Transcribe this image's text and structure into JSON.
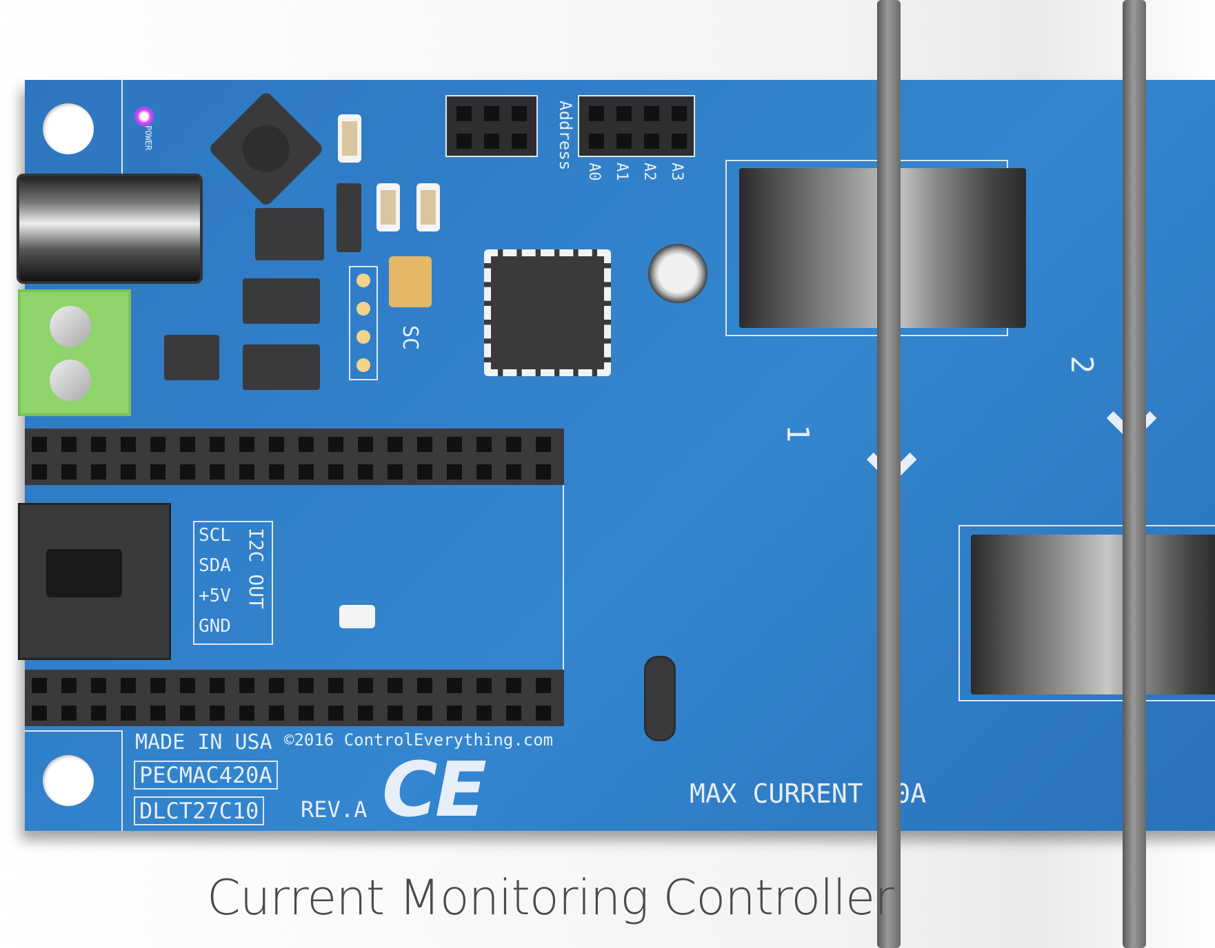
{
  "board": {
    "led_label": "POWER",
    "address_label": "Address",
    "address_pins": [
      "A0",
      "A1",
      "A2",
      "A3"
    ],
    "sc_label": "SC",
    "i2c_out_label": "I2C OUT",
    "i2c_pins": [
      "SCL",
      "SDA",
      "+5V",
      "GND"
    ],
    "made_in": "MADE IN USA",
    "copyright": "©2016 ControlEverything.com",
    "part_number": "PECMAC420A",
    "sensor_code": "DLCT27C10",
    "revision": "REV.A",
    "logo": "CE",
    "max_current": "MAX CURRENT 20A",
    "channel_1": "1",
    "channel_2": "2"
  },
  "caption": "Current Monitoring Controller",
  "colors": {
    "board_blue": "#3386cf",
    "led_magenta": "#e040fb",
    "terminal_green": "#8fd46a",
    "silkscreen": "#e6eef8"
  },
  "icons": [
    "led-icon",
    "arrow-down-icon"
  ]
}
